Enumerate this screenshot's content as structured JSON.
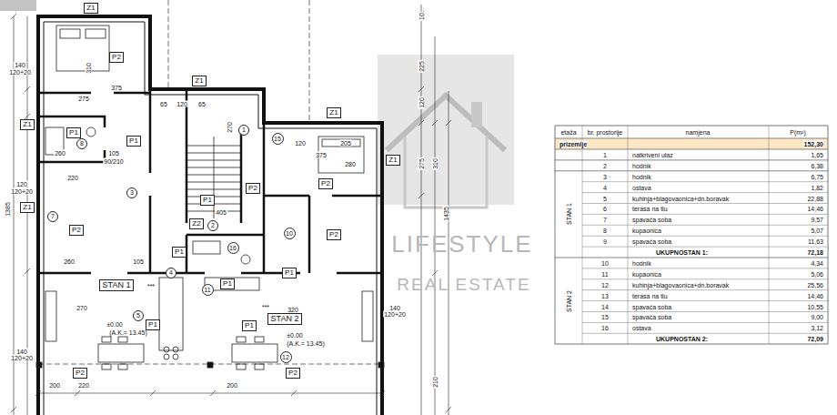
{
  "diagram": {
    "nodes": [
      {
        "text": [
          "STAN 1"
        ]
      },
      {
        "text": [
          "STAN 2"
        ]
      },
      {
        "text": [
          "Z1"
        ]
      },
      {
        "text": [
          "Z1"
        ]
      },
      {
        "text": [
          "Z1"
        ]
      },
      {
        "text": [
          "Z1"
        ]
      },
      {
        "text": [
          "Z1"
        ]
      },
      {
        "text": [
          "Z1"
        ]
      },
      {
        "text": [
          "Z2"
        ]
      },
      {
        "text": [
          "P2"
        ]
      },
      {
        "text": [
          "P1"
        ]
      },
      {
        "text": [
          "P1"
        ]
      },
      {
        "text": [
          "P2"
        ]
      },
      {
        "text": [
          "P1"
        ]
      },
      {
        "text": [
          "P2"
        ]
      },
      {
        "text": [
          "P2"
        ]
      },
      {
        "text": [
          "P2"
        ]
      },
      {
        "text": [
          "P1"
        ]
      },
      {
        "text": [
          "P1"
        ]
      },
      {
        "text": [
          "P1"
        ]
      },
      {
        "text": [
          "P1"
        ]
      },
      {
        "text": [
          "P2"
        ]
      },
      {
        "text": [
          "P1"
        ]
      },
      {
        "text": [
          "P2"
        ]
      },
      {
        "text": [
          "1"
        ]
      },
      {
        "text": [
          "2"
        ]
      },
      {
        "text": [
          "3"
        ]
      },
      {
        "text": [
          "4"
        ]
      },
      {
        "text": [
          "5"
        ]
      },
      {
        "text": [
          "7"
        ]
      },
      {
        "text": [
          "8"
        ]
      },
      {
        "text": [
          "10"
        ]
      },
      {
        "text": [
          "11"
        ]
      },
      {
        "text": [
          "12"
        ]
      },
      {
        "text": [
          "15"
        ]
      },
      {
        "text": [
          "16"
        ]
      }
    ],
    "labels": [
      "etaža",
      "br. prostorije",
      "namjena",
      "P(m²)",
      "prizemlje",
      "152,30",
      "1",
      "natkriveni ulaz",
      "1,65",
      "2",
      "hodnik",
      "6,38",
      "STAN 1",
      "3",
      "hodnik",
      "6,75",
      "4",
      "ostava",
      "1,82",
      "5",
      "kuhinja+blagovaonica+dn.boravak",
      "22,88",
      "6",
      "terasa na tlu",
      "14,46",
      "7",
      "spavaća soba",
      "9,57",
      "8",
      "kupaonica",
      "5,07",
      "9",
      "spavaća soba",
      "11,63",
      "UKUPNOSTAN 1:",
      "72,18",
      "STAN 2",
      "10",
      "hodnik",
      "4,34",
      "11",
      "kupaonica",
      "5,06",
      "12",
      "kuhinja+blagovaonica+dn.boravak",
      "25,56",
      "13",
      "terasa na tlu",
      "14,46",
      "14",
      "spavaća soba",
      "10,55",
      "15",
      "spavaća soba",
      "9,00",
      "16",
      "ostava",
      "3,12",
      "UKUPNOSTAN 2:",
      "72,09",
      "LIFESTYLE",
      "REAL ESTATE",
      "±0.00",
      "(A.K.= 13.45)",
      "±0.00",
      "(A.K.= 13.45)",
      "***",
      "***",
      "140",
      "120+20",
      "310",
      "275",
      "375",
      "120",
      "120+20",
      "1385",
      "260",
      "220",
      "105",
      "90/210",
      "65",
      "120",
      "65",
      "270",
      "405",
      "120",
      "205",
      "375",
      "280",
      "260",
      "270",
      "105",
      "320",
      "200",
      "220",
      "200",
      "140",
      "120+20",
      "140",
      "120+20",
      "10",
      "225",
      "120",
      "275",
      "310",
      "1435",
      "210"
    ]
  }
}
